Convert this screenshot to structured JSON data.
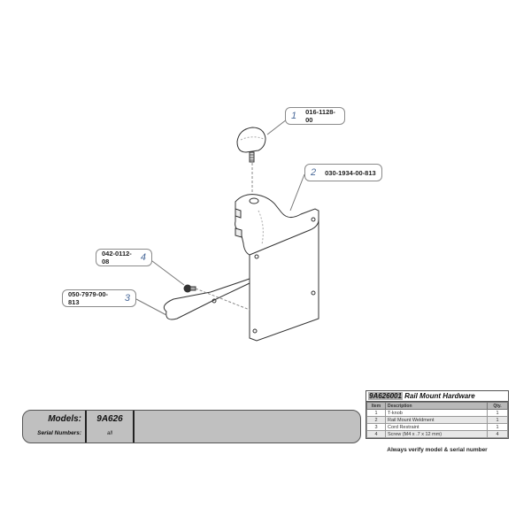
{
  "callouts": [
    {
      "num": "1",
      "part": "016-1128-00"
    },
    {
      "num": "2",
      "part": "030-1934-00-813"
    },
    {
      "num": "3",
      "part": "050-7979-00-813"
    },
    {
      "num": "4",
      "part": "042-0112-08"
    }
  ],
  "models_bar": {
    "models_label": "Models:",
    "serial_label": "Serial Numbers:",
    "model_value": "9A626",
    "serial_value": "all"
  },
  "parts_list": {
    "part_number": "9A626001",
    "title": "Rail Mount Hardware",
    "headers": {
      "item": "Item",
      "description": "Description",
      "qty": "Qty."
    },
    "rows": [
      {
        "item": "1",
        "description": "T-knob",
        "qty": "1"
      },
      {
        "item": "2",
        "description": "Rail Mount Weldment",
        "qty": "1"
      },
      {
        "item": "3",
        "description": "Cord Restraint",
        "qty": "1"
      },
      {
        "item": "4",
        "description": "Screw (M4 x .7 x 12 mm)",
        "qty": "4"
      }
    ]
  },
  "footer_note": "Always verify model & serial number"
}
